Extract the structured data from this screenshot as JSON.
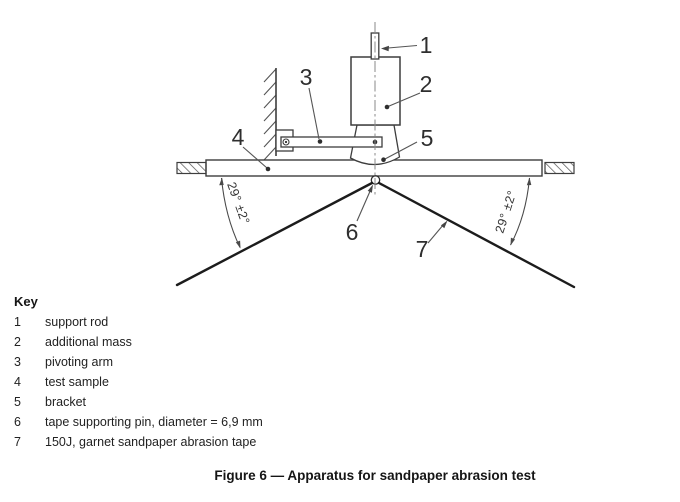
{
  "colors": {
    "ink": "#2e2e2e",
    "background": "#ffffff"
  },
  "figure": {
    "caption": "Figure 6 — Apparatus for sandpaper abrasion test",
    "angle_label": "29° ±2°"
  },
  "key": {
    "title": "Key",
    "items": [
      {
        "num": "1",
        "label": "support rod"
      },
      {
        "num": "2",
        "label": "additional mass"
      },
      {
        "num": "3",
        "label": "pivoting arm"
      },
      {
        "num": "4",
        "label": "test sample"
      },
      {
        "num": "5",
        "label": "bracket"
      },
      {
        "num": "6",
        "label": "tape supporting pin, diameter = 6,9 mm"
      },
      {
        "num": "7",
        "label": "150J, garnet sandpaper abrasion tape"
      }
    ]
  }
}
